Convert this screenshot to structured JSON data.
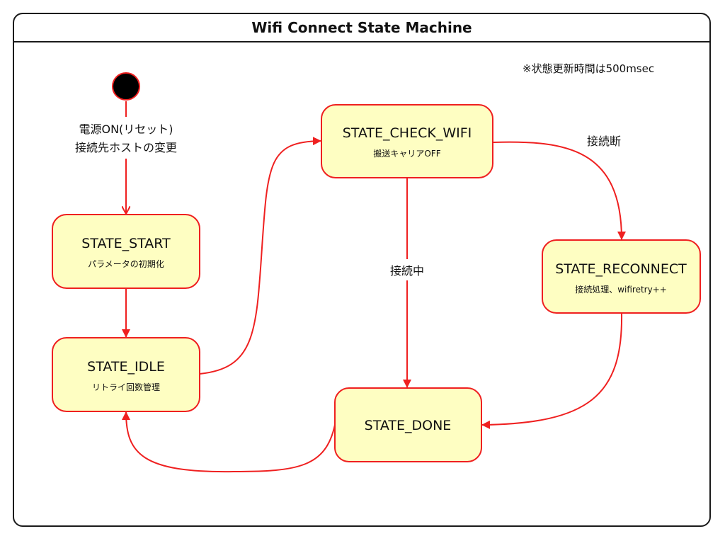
{
  "title": "Wifi Connect State Machine",
  "note": "※状態更新時間は500msec",
  "colors": {
    "state_fill": "#fefec2",
    "state_border": "#ef2020",
    "edge": "#ef2020",
    "initial": "#000000"
  },
  "initial_label": {
    "line1": "電源ON(リセット)",
    "line2": "接続先ホストの変更"
  },
  "states": {
    "start": {
      "name": "STATE_START",
      "desc": "パラメータの初期化"
    },
    "idle": {
      "name": "STATE_IDLE",
      "desc": "リトライ回数管理"
    },
    "check": {
      "name": "STATE_CHECK_WIFI",
      "desc": "搬送キャリアOFF"
    },
    "reconnect": {
      "name": "STATE_RECONNECT",
      "desc": "接続処理、wifiretry++"
    },
    "done": {
      "name": "STATE_DONE",
      "desc": ""
    }
  },
  "transitions": [
    {
      "from": "initial",
      "to": "start",
      "label": "電源ON(リセット) 接続先ホストの変更"
    },
    {
      "from": "start",
      "to": "idle",
      "label": ""
    },
    {
      "from": "idle",
      "to": "check",
      "label": ""
    },
    {
      "from": "check",
      "to": "reconnect",
      "label": "接続断"
    },
    {
      "from": "check",
      "to": "done",
      "label": "接続中"
    },
    {
      "from": "reconnect",
      "to": "done",
      "label": ""
    },
    {
      "from": "done",
      "to": "idle",
      "label": ""
    }
  ],
  "edge_labels": {
    "check_to_reconnect": "接続断",
    "check_to_done": "接続中"
  }
}
